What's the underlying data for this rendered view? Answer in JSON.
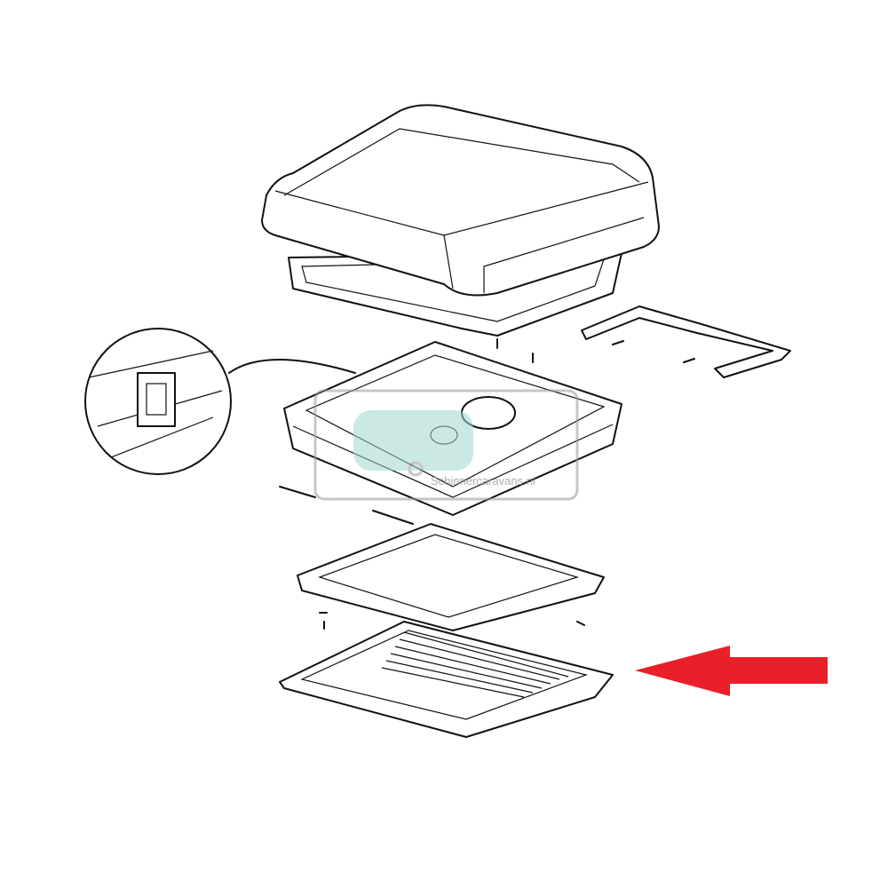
{
  "diagram": {
    "parts": [
      "dome-cover",
      "lift-arm",
      "fan-frame",
      "inner-frame",
      "insect-screen-frame"
    ],
    "highlighted_part": "insect-screen-frame",
    "arrow_color": "#e8202a",
    "arrow_direction": "left"
  },
  "watermark": {
    "text": "Schinnercaravans.nl",
    "color": "#9fd6cf"
  }
}
